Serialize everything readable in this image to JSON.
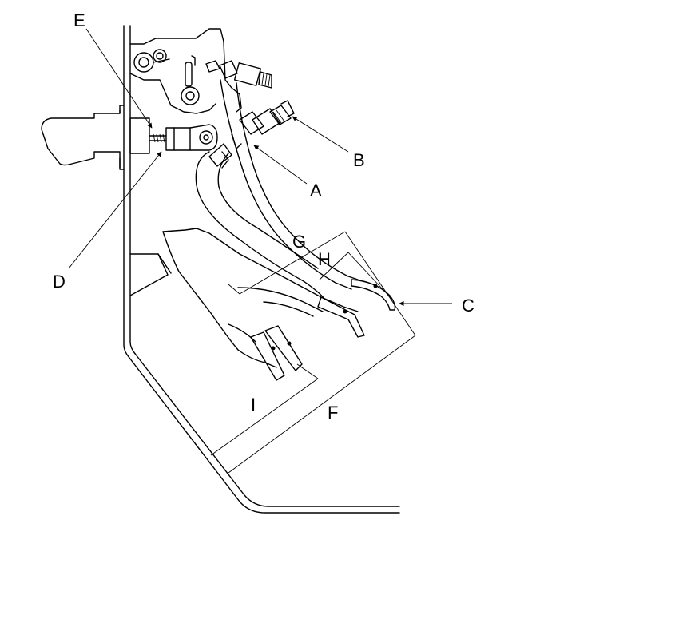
{
  "callouts": {
    "A": "A",
    "B": "B",
    "C": "C",
    "D": "D",
    "E": "E"
  },
  "dimensions": {
    "F": "F",
    "G": "G",
    "H": "H",
    "I": "I"
  }
}
